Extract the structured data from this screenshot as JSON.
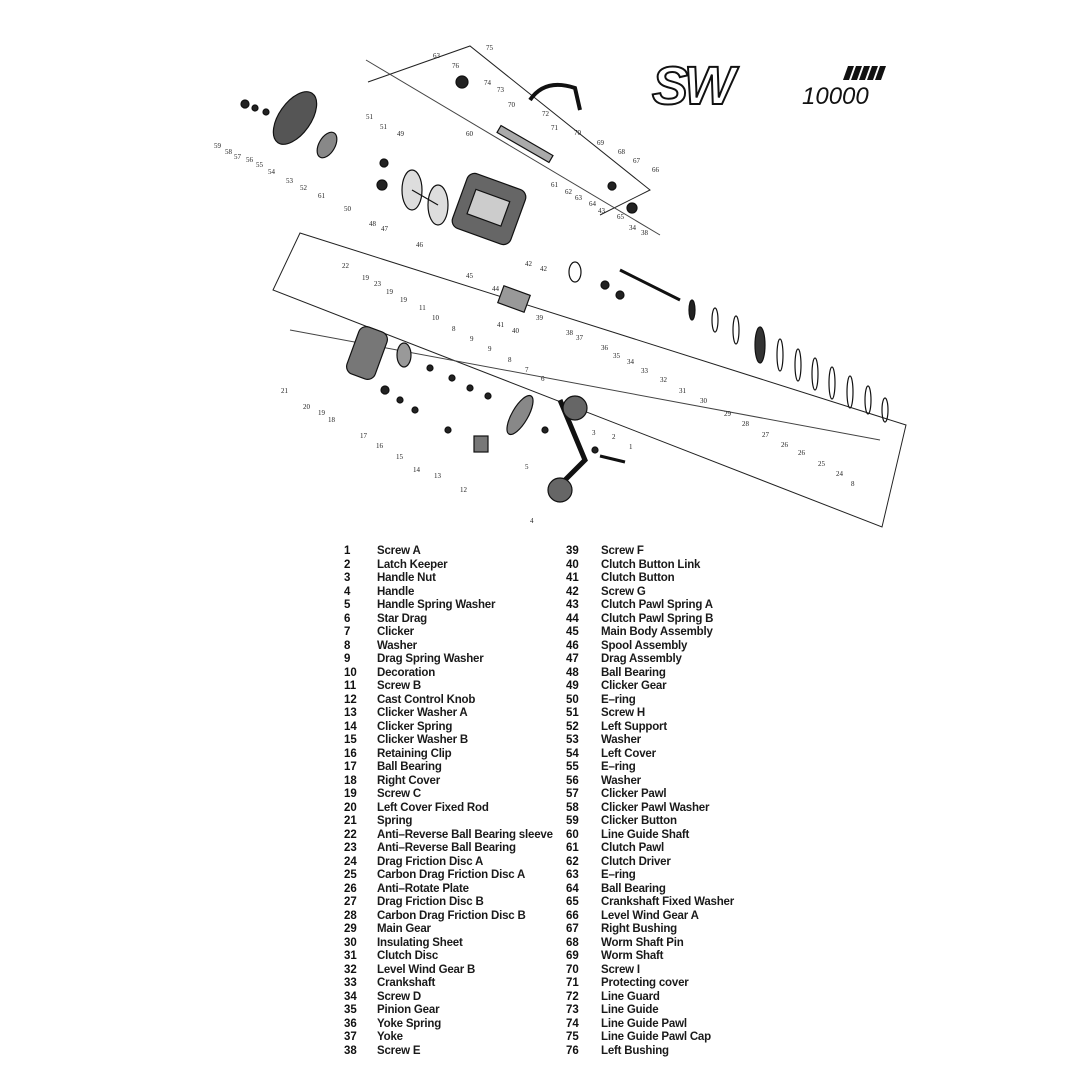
{
  "logo": {
    "brand": "SW",
    "model": "10000"
  },
  "callouts": [
    "75",
    "63",
    "76",
    "74",
    "73",
    "70",
    "72",
    "71",
    "70",
    "51",
    "51",
    "49",
    "60",
    "69",
    "68",
    "67",
    "66",
    "59",
    "58",
    "57",
    "56",
    "55",
    "54",
    "53",
    "52",
    "61",
    "50",
    "48",
    "47",
    "46",
    "45",
    "61",
    "62",
    "63",
    "64",
    "43",
    "65",
    "34",
    "38",
    "42",
    "42",
    "44",
    "41",
    "40",
    "39",
    "38",
    "37",
    "36",
    "35",
    "34",
    "33",
    "32",
    "31",
    "30",
    "29",
    "28",
    "27",
    "26",
    "26",
    "25",
    "24",
    "8",
    "22",
    "19",
    "23",
    "19",
    "19",
    "11",
    "10",
    "8",
    "9",
    "9",
    "8",
    "7",
    "6",
    "21",
    "20",
    "19",
    "18",
    "17",
    "16",
    "15",
    "14",
    "13",
    "12",
    "5",
    "4",
    "3",
    "2",
    "1"
  ],
  "parts_left": [
    {
      "num": "1",
      "name": "Screw  A"
    },
    {
      "num": "2",
      "name": "Latch Keeper"
    },
    {
      "num": "3",
      "name": "Handle Nut"
    },
    {
      "num": "4",
      "name": "Handle"
    },
    {
      "num": "5",
      "name": "Handle Spring Washer"
    },
    {
      "num": "6",
      "name": "Star Drag"
    },
    {
      "num": "7",
      "name": "Clicker"
    },
    {
      "num": "8",
      "name": "Washer"
    },
    {
      "num": "9",
      "name": "Drag Spring Washer"
    },
    {
      "num": "10",
      "name": "Decoration"
    },
    {
      "num": "11",
      "name": "Screw  B"
    },
    {
      "num": "12",
      "name": "Cast Control Knob"
    },
    {
      "num": "13",
      "name": "Clicker Washer A"
    },
    {
      "num": "14",
      "name": "Clicker Spring"
    },
    {
      "num": "15",
      "name": "Clicker Washer B"
    },
    {
      "num": "16",
      "name": "Retaining Clip"
    },
    {
      "num": "17",
      "name": "Ball Bearing"
    },
    {
      "num": "18",
      "name": "Right Cover"
    },
    {
      "num": "19",
      "name": "Screw  C"
    },
    {
      "num": "20",
      "name": "Left Cover Fixed Rod"
    },
    {
      "num": "21",
      "name": "Spring"
    },
    {
      "num": "22",
      "name": "Anti–Reverse Ball Bearing sleeve"
    },
    {
      "num": "23",
      "name": "Anti–Reverse Ball Bearing"
    },
    {
      "num": "24",
      "name": "Drag Friction Disc A"
    },
    {
      "num": "25",
      "name": " Carbon Drag Friction Disc A"
    },
    {
      "num": "26",
      "name": "Anti–Rotate Plate"
    },
    {
      "num": "27",
      "name": "Drag Friction Disc B"
    },
    {
      "num": "28",
      "name": " Carbon Drag Friction Disc B"
    },
    {
      "num": "29",
      "name": "Main Gear"
    },
    {
      "num": "30",
      "name": "Insulating Sheet"
    },
    {
      "num": "31",
      "name": "Clutch Disc"
    },
    {
      "num": "32",
      "name": "Level Wind Gear B"
    },
    {
      "num": "33",
      "name": "Crankshaft"
    },
    {
      "num": "34",
      "name": "Screw  D"
    },
    {
      "num": "35",
      "name": "Pinion Gear"
    },
    {
      "num": "36",
      "name": "Yoke Spring"
    },
    {
      "num": "37",
      "name": "Yoke"
    },
    {
      "num": "38",
      "name": "Screw  E"
    }
  ],
  "parts_right": [
    {
      "num": "39",
      "name": "Screw  F"
    },
    {
      "num": "40",
      "name": "Clutch Button Link"
    },
    {
      "num": "41",
      "name": "Clutch Button"
    },
    {
      "num": "42",
      "name": "Screw  G"
    },
    {
      "num": "43",
      "name": "Clutch Pawl Spring A"
    },
    {
      "num": "44",
      "name": "Clutch Pawl Spring B"
    },
    {
      "num": "45",
      "name": "Main Body Assembly"
    },
    {
      "num": "46",
      "name": "Spool Assembly"
    },
    {
      "num": "47",
      "name": "Drag Assembly"
    },
    {
      "num": "48",
      "name": "Ball Bearing"
    },
    {
      "num": "49",
      "name": "Clicker Gear"
    },
    {
      "num": "50",
      "name": "E–ring"
    },
    {
      "num": "51",
      "name": "Screw  H"
    },
    {
      "num": "52",
      "name": "Left Support"
    },
    {
      "num": "53",
      "name": "Washer"
    },
    {
      "num": "54",
      "name": "Left Cover"
    },
    {
      "num": "55",
      "name": "E–ring"
    },
    {
      "num": "56",
      "name": "Washer"
    },
    {
      "num": "57",
      "name": "Clicker Pawl"
    },
    {
      "num": "58",
      "name": "Clicker Pawl Washer"
    },
    {
      "num": "59",
      "name": "Clicker Button"
    },
    {
      "num": "60",
      "name": "Line Guide Shaft"
    },
    {
      "num": "61",
      "name": "Clutch Pawl"
    },
    {
      "num": "62",
      "name": "Clutch Driver"
    },
    {
      "num": "63",
      "name": "E–ring"
    },
    {
      "num": "64",
      "name": "Ball Bearing"
    },
    {
      "num": "65",
      "name": "Crankshaft Fixed Washer"
    },
    {
      "num": "66",
      "name": "Level Wind Gear A"
    },
    {
      "num": "67",
      "name": "Right Bushing"
    },
    {
      "num": "68",
      "name": "Worm Shaft Pin"
    },
    {
      "num": "69",
      "name": "Worm Shaft"
    },
    {
      "num": "70",
      "name": "Screw  I"
    },
    {
      "num": "71",
      "name": "Protecting cover"
    },
    {
      "num": "72",
      "name": "Line Guard"
    },
    {
      "num": "73",
      "name": "Line Guide"
    },
    {
      "num": "74",
      "name": "Line Guide Pawl"
    },
    {
      "num": "75",
      "name": "Line Guide Pawl Cap"
    },
    {
      "num": "76",
      "name": "Left Bushing"
    }
  ]
}
